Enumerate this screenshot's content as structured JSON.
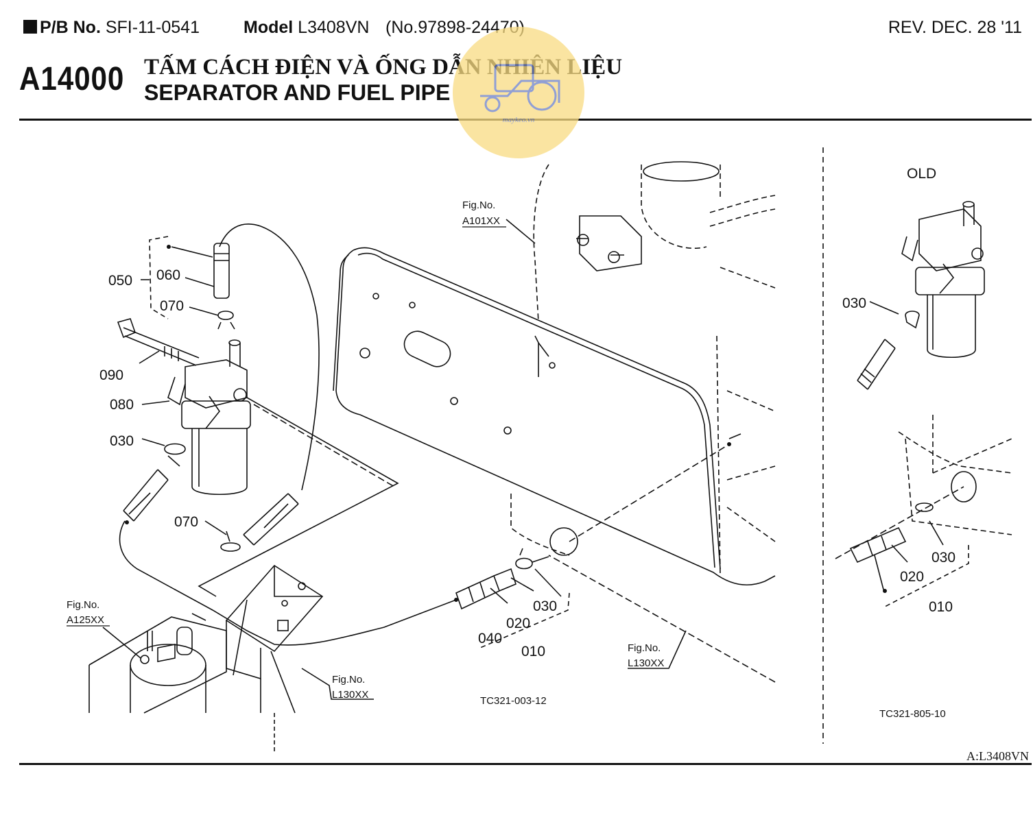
{
  "header": {
    "pb_label": "P/B No.",
    "pb_value": "SFI-11-0541",
    "model_label": "Model",
    "model_value": "L3408VN",
    "serial": "(No.97898-24470)",
    "revision": "REV. DEC. 28 '11"
  },
  "section": {
    "code": "A14000",
    "title_vi": "TẤM CÁCH ĐIỆN VÀ ỐNG DẪN NHIÊN LIỆU",
    "title_en": "SEPARATOR AND FUEL PIPE"
  },
  "watermark": {
    "text": "maykeo.vn",
    "color": "#f7d46b"
  },
  "diagram": {
    "parts_main": [
      "050",
      "060",
      "070",
      "090",
      "080",
      "030",
      "070",
      "040",
      "020",
      "010",
      "030"
    ],
    "fig_refs": {
      "a101": [
        "Fig.No.",
        "A101XX"
      ],
      "a125": [
        "Fig.No.",
        "A125XX"
      ],
      "l130_left": [
        "Fig.No.",
        "L130XX"
      ],
      "l130_right": [
        "Fig.No.",
        "L130XX"
      ]
    },
    "main_code": "TC321-003-12",
    "old_panel": {
      "title": "OLD",
      "parts": [
        "030",
        "030",
        "020",
        "010"
      ],
      "code": "TC321-805-10"
    }
  },
  "footer": {
    "model_ref": "A:L3408VN"
  }
}
